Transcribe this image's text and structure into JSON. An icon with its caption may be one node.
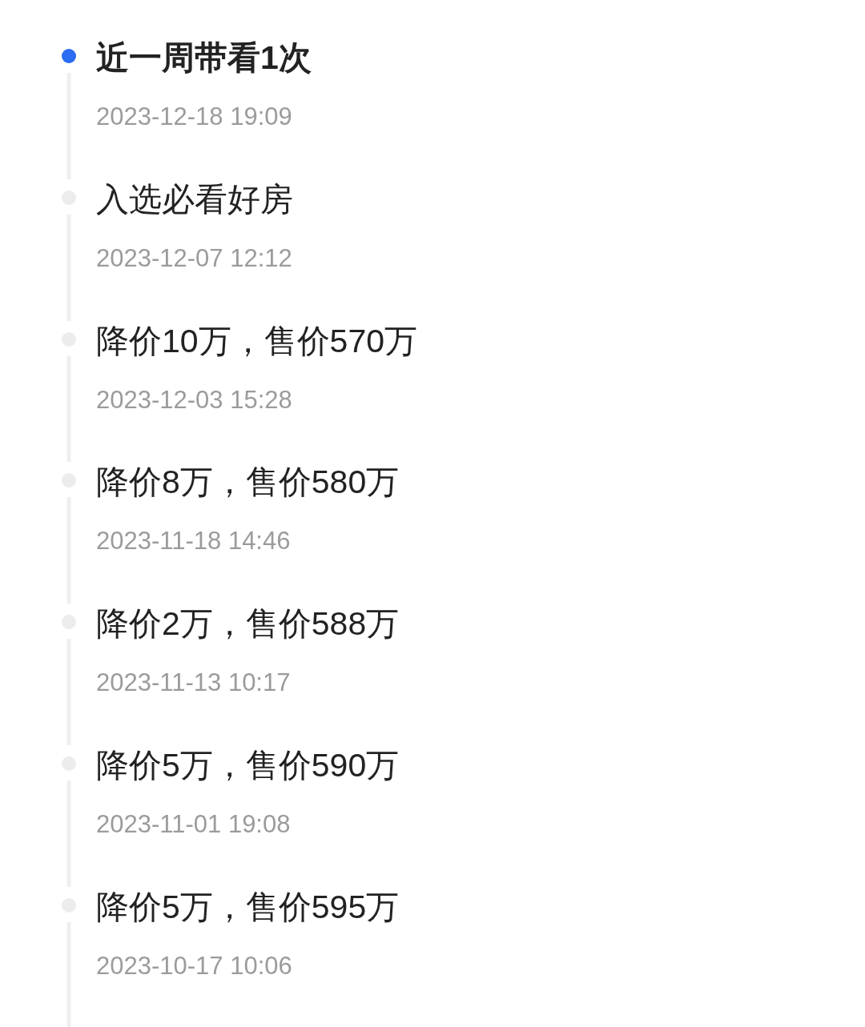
{
  "diagram": {
    "nodes": [
      {
        "text": [],
        "shape": "circle",
        "beside": [
          "近一周带看1次",
          "2023-12-18 19:09"
        ]
      },
      {
        "text": [],
        "shape": "circle",
        "beside": [
          "入选必看好房",
          "2023-12-07 12:12"
        ]
      },
      {
        "text": [],
        "shape": "circle",
        "beside": [
          "降价10万，售价570万",
          "2023-12-03 15:28"
        ]
      },
      {
        "text": [],
        "shape": "circle",
        "beside": [
          "降价8万，售价580万",
          "2023-11-18 14:46"
        ]
      },
      {
        "text": [],
        "shape": "circle",
        "beside": [
          "降价2万，售价588万",
          "2023-11-13 10:17"
        ]
      },
      {
        "text": [],
        "shape": "circle",
        "beside": [
          "降价5万，售价590万",
          "2023-11-01 19:08"
        ]
      },
      {
        "text": [],
        "shape": "circle",
        "beside": [
          "降价5万，售价595万",
          "2023-10-17 10:06"
        ]
      }
    ],
    "edges": [
      {
        "from": 0,
        "to": 1,
        "arrow": "none"
      },
      {
        "from": 1,
        "to": 2,
        "arrow": "none"
      },
      {
        "from": 2,
        "to": 3,
        "arrow": "none"
      },
      {
        "from": 3,
        "to": 4,
        "arrow": "none"
      },
      {
        "from": 4,
        "to": 5,
        "arrow": "none"
      },
      {
        "from": 5,
        "to": 6,
        "arrow": "none"
      },
      {
        "from": 6,
        "to": null,
        "arrow": "none"
      }
    ]
  }
}
